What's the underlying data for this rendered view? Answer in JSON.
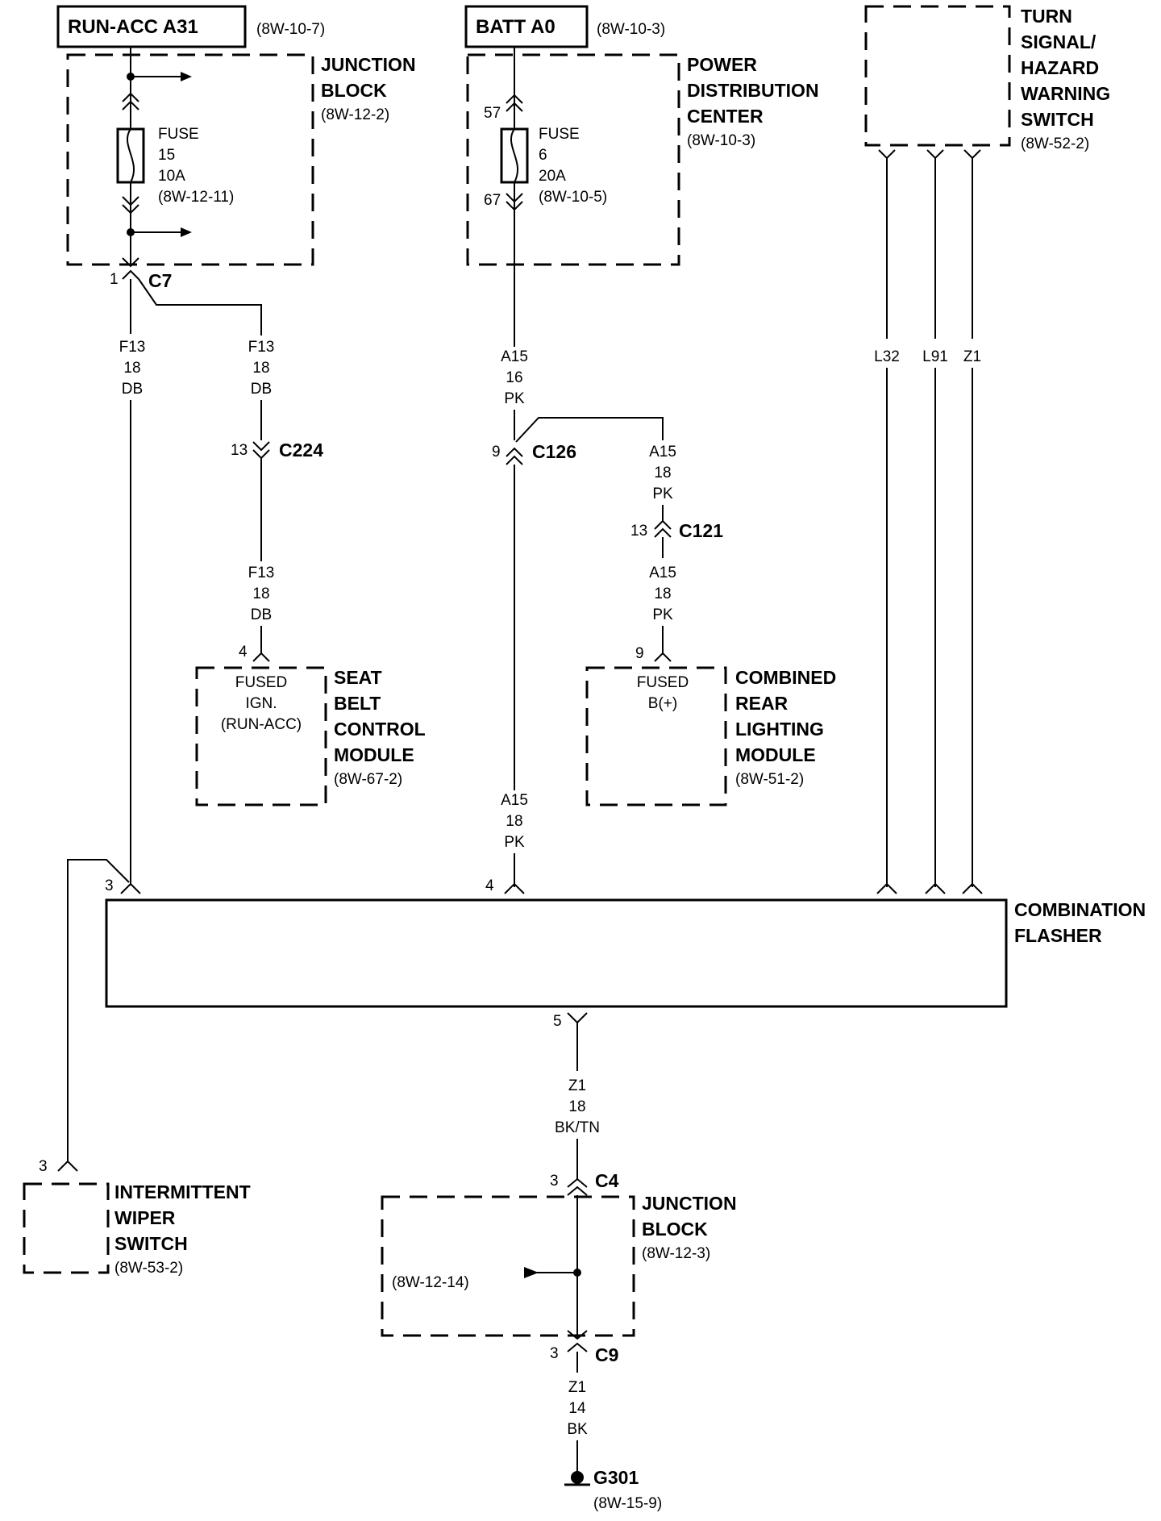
{
  "power_sources": {
    "run_acc": {
      "label": "RUN-ACC A31",
      "ref": "(8W-10-7)"
    },
    "batt": {
      "label": "BATT A0",
      "ref": "(8W-10-3)"
    }
  },
  "junction_block_top": {
    "name_lines": [
      "JUNCTION",
      "BLOCK"
    ],
    "ref": "(8W-12-2)",
    "fuse_lines": [
      "FUSE",
      "15",
      "10A",
      "(8W-12-11)"
    ]
  },
  "pdc": {
    "name_lines": [
      "POWER",
      "DISTRIBUTION",
      "CENTER"
    ],
    "ref": "(8W-10-3)",
    "fuse_lines": [
      "FUSE",
      "6",
      "20A",
      "(8W-10-5)"
    ],
    "pin_in": "57",
    "pin_out": "67"
  },
  "turn_switch": {
    "name_lines": [
      "TURN",
      "SIGNAL/",
      "HAZARD",
      "WARNING",
      "SWITCH"
    ],
    "ref": "(8W-52-2)"
  },
  "connectors": {
    "c7": {
      "name": "C7",
      "pin": "1"
    },
    "c224": {
      "name": "C224",
      "pin": "13"
    },
    "c126": {
      "name": "C126",
      "pin": "9"
    },
    "c121": {
      "name": "C121",
      "pin": "13"
    },
    "c4": {
      "name": "C4",
      "pin": "3"
    },
    "c9": {
      "name": "C9",
      "pin": "3"
    }
  },
  "wires": {
    "f13_main": [
      "F13",
      "18",
      "DB"
    ],
    "f13_branch": [
      "F13",
      "18",
      "DB"
    ],
    "f13_seat": [
      "F13",
      "18",
      "DB"
    ],
    "a15_main": [
      "A15",
      "16",
      "PK"
    ],
    "a15_branch": [
      "A15",
      "18",
      "PK"
    ],
    "a15_lighting": [
      "A15",
      "18",
      "PK"
    ],
    "a15_flasher": [
      "A15",
      "18",
      "PK"
    ],
    "l32": "L32",
    "l91": "L91",
    "z1_top": "Z1",
    "z1_flasher": [
      "Z1",
      "18",
      "BK/TN"
    ],
    "z1_ground": [
      "Z1",
      "14",
      "BK"
    ]
  },
  "seat_belt_module": {
    "pin": "4",
    "inner_lines": [
      "FUSED",
      "IGN.",
      "(RUN-ACC)"
    ],
    "name_lines": [
      "SEAT",
      "BELT",
      "CONTROL",
      "MODULE"
    ],
    "ref": "(8W-67-2)"
  },
  "lighting_module": {
    "pin": "9",
    "inner_lines": [
      "FUSED",
      "B(+)"
    ],
    "name_lines": [
      "COMBINED",
      "REAR",
      "LIGHTING",
      "MODULE"
    ],
    "ref": "(8W-51-2)"
  },
  "flasher": {
    "name_lines": [
      "COMBINATION",
      "FLASHER"
    ],
    "pin_left": "3",
    "pin_mid": "4",
    "pin_out": "5"
  },
  "wiper_switch": {
    "pin": "3",
    "name_lines": [
      "INTERMITTENT",
      "WIPER",
      "SWITCH"
    ],
    "ref": "(8W-53-2)"
  },
  "junction_block_bottom": {
    "name_lines": [
      "JUNCTION",
      "BLOCK"
    ],
    "ref": "(8W-12-3)",
    "inner_ref": "(8W-12-14)"
  },
  "ground": {
    "name": "G301",
    "ref": "(8W-15-9)"
  }
}
